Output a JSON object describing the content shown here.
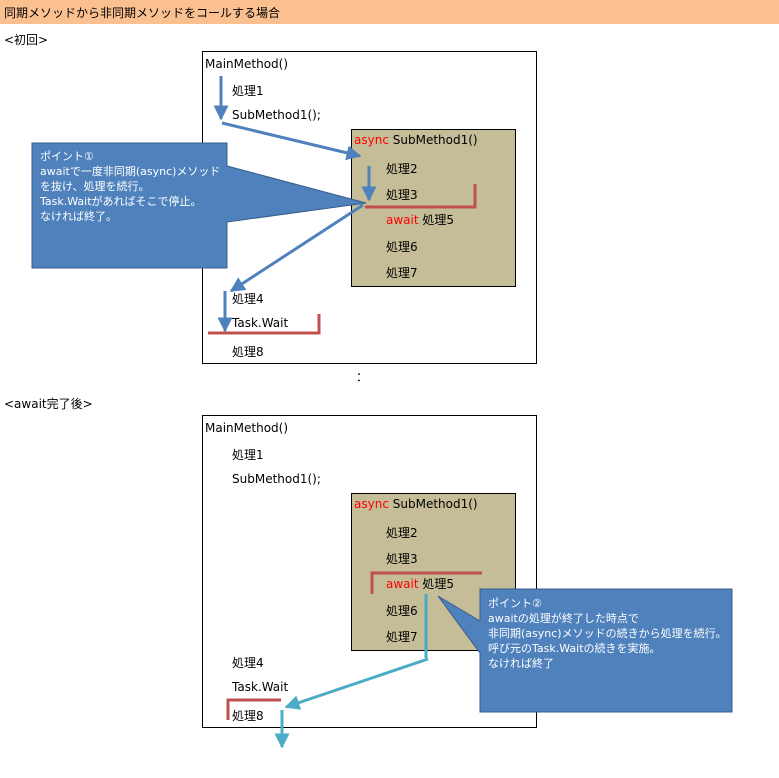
{
  "header": {
    "title": "同期メソッドから非同期メソッドをコールする場合"
  },
  "section1": {
    "label": "<初回>",
    "main_title": "MainMethod()",
    "steps": {
      "p1": "処理1",
      "call": "SubMethod1();",
      "p4": "処理4",
      "wait": "Task.Wait",
      "p8": "処理8"
    },
    "sub": {
      "keyword": "async",
      "title": "SubMethod1()",
      "p2": "処理2",
      "p3": "処理3",
      "await_keyword": "await",
      "p5": "処理5",
      "p6": "処理6",
      "p7": "処理7"
    },
    "callout": {
      "heading": "ポイント①",
      "lines": [
        "awaitで一度非同期(async)メソッド",
        "を抜け、処理を続行。",
        "Task.Waitがあればそこで停止。",
        "なければ終了。"
      ]
    }
  },
  "separator": "：",
  "section2": {
    "label": "<await完了後>",
    "main_title": "MainMethod()",
    "steps": {
      "p1": "処理1",
      "call": "SubMethod1();",
      "p4": "処理4",
      "wait": "Task.Wait",
      "p8": "処理8"
    },
    "sub": {
      "keyword": "async",
      "title": "SubMethod1()",
      "p2": "処理2",
      "p3": "処理3",
      "await_keyword": "await",
      "p5": "処理5",
      "p6": "処理6",
      "p7": "処理7"
    },
    "callout": {
      "heading": "ポイント②",
      "lines": [
        "awaitの処理が終了した時点で",
        "非同期(async)メソッドの続きから処理を続行。",
        "呼び元のTask.Waitの続きを実施。",
        "なければ終了"
      ]
    }
  },
  "colors": {
    "header_bg": "#fac090",
    "sub_bg": "#c4bd97",
    "callout_bg": "#4f81bd",
    "arrow_blue": "#4f81bd",
    "arrow_teal": "#4bacc6",
    "marker_red": "#c0504d",
    "keyword_red": "#ff0000"
  }
}
